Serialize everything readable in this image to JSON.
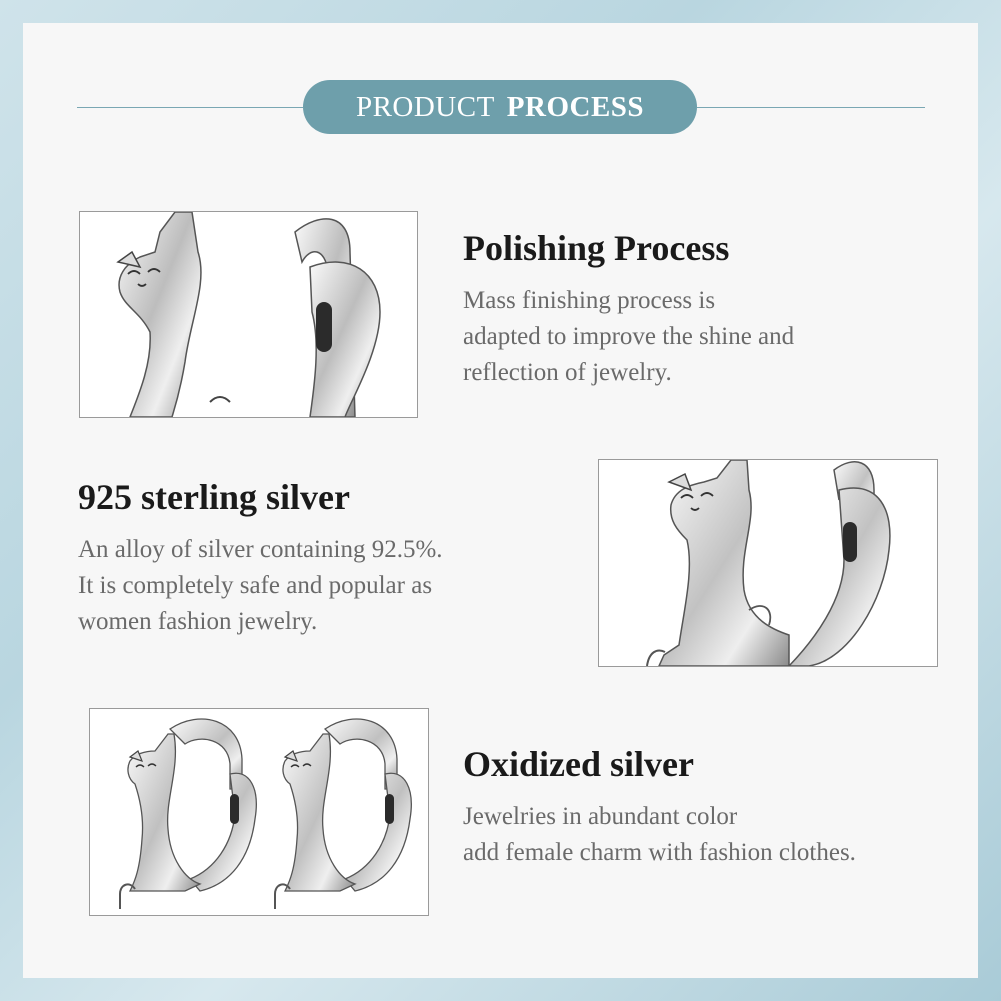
{
  "header": {
    "label_light": "PRODUCT",
    "label_bold": "PROCESS"
  },
  "sections": [
    {
      "title": "Polishing Process",
      "lines": [
        "Mass finishing process is",
        "adapted to improve the shine and",
        "reflection of jewelry."
      ]
    },
    {
      "title": "925 sterling silver",
      "lines": [
        "An alloy of silver containing 92.5%.",
        "It is completely safe and popular as",
        "women fashion jewelry."
      ]
    },
    {
      "title": "Oxidized silver",
      "lines": [
        "Jewelries in abundant color",
        "add female charm with fashion clothes."
      ]
    }
  ],
  "colors": {
    "accent": "#6e9fab",
    "title": "#1a1a1a",
    "body": "#6a6a6a",
    "card": "#f7f7f7"
  }
}
